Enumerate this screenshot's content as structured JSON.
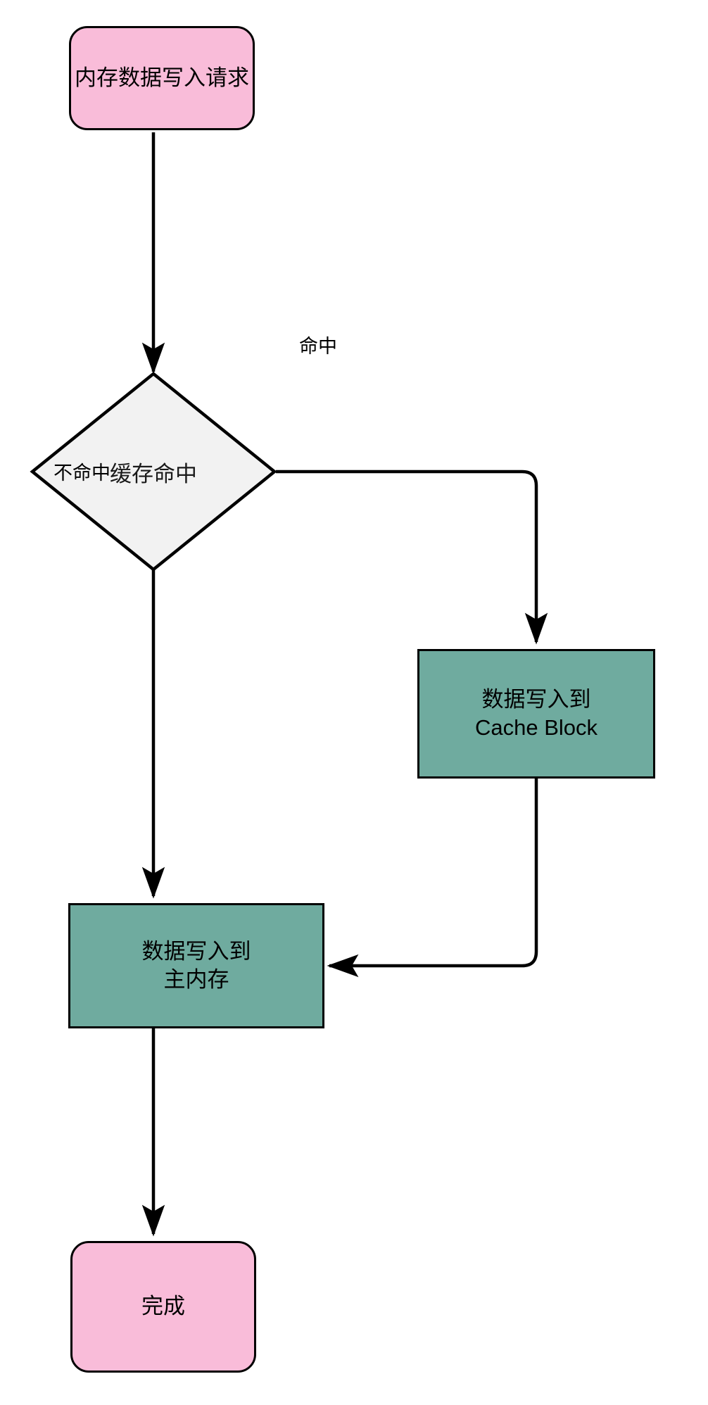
{
  "diagram": {
    "type": "flowchart",
    "direction": "top-down",
    "title_text": "",
    "background": "#ffffff",
    "palette": {
      "terminal_fill": "#f9bcd9",
      "process_fill": "#6fab9f",
      "decision_fill": "#f2f2f2",
      "stroke": "#000000",
      "text": "#000000"
    },
    "nodes": [
      {
        "id": "start",
        "shape": "rounded-rect",
        "label": "内存数据写入请求",
        "fill": "#f9bcd9"
      },
      {
        "id": "cache-hit",
        "shape": "diamond",
        "label": "缓存命中",
        "fill": "#f2f2f2"
      },
      {
        "id": "write-cache-block",
        "shape": "rect",
        "label": "数据写入到\nCache Block",
        "fill": "#6fab9f"
      },
      {
        "id": "write-main-memory",
        "shape": "rect",
        "label": "数据写入到\n主内存",
        "fill": "#6fab9f"
      },
      {
        "id": "done",
        "shape": "rounded-rect",
        "label": "完成",
        "fill": "#f9bcd9"
      }
    ],
    "edges": [
      {
        "id": "e1",
        "from": "start",
        "to": "cache-hit",
        "label": ""
      },
      {
        "id": "e2",
        "from": "cache-hit",
        "to": "write-cache-block",
        "label": "命中"
      },
      {
        "id": "e3",
        "from": "cache-hit",
        "to": "write-main-memory",
        "label": "不命中"
      },
      {
        "id": "e4",
        "from": "write-cache-block",
        "to": "write-main-memory",
        "label": ""
      },
      {
        "id": "e5",
        "from": "write-main-memory",
        "to": "done",
        "label": ""
      }
    ]
  }
}
